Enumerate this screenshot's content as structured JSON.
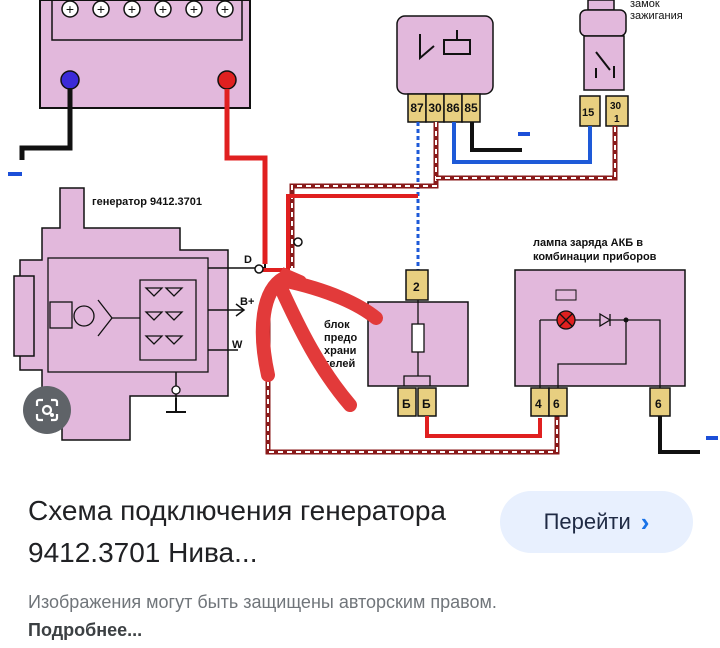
{
  "diagram": {
    "generator_label": "генератор 9412.3701",
    "terminal_d": "D",
    "terminal_bplus": "B+",
    "terminal_w": "W",
    "ignition_label_line1": "замок",
    "ignition_label_line2": "зажигания",
    "relay_pins": [
      "87",
      "30",
      "86",
      "85"
    ],
    "ignition_pin_15": "15",
    "ignition_pin_30_top": "30",
    "ignition_pin_30_bottom": "1",
    "fuse_block_label": [
      "блок",
      "предо",
      "храни",
      "телей"
    ],
    "fuse_pin_top": "2",
    "fuse_pins_bottom": [
      "Б",
      "Б"
    ],
    "lamp_label_line1": "лампа заряда АКБ в",
    "lamp_label_line2": "комбинации приборов",
    "lamp_pins": [
      "4",
      "6",
      "6"
    ],
    "battery_terminals": [
      "⊕",
      "⊕",
      "⊕",
      "⊕",
      "⊕",
      "⊕",
      "⊕",
      "⊕"
    ]
  },
  "result": {
    "title": "Схема подключения генератора 9412.3701 Нива...",
    "button_label": "Перейти",
    "button_icon": "chevron-right-icon",
    "copyright_text": "Изображения могут быть защищены авторским правом.",
    "more_link": "Подробнее..."
  },
  "colors": {
    "component_fill": "#e2b8dc",
    "wire_red": "#e02020",
    "wire_blue": "#1e5ad8",
    "ground_blue": "#1c4fd8",
    "button_bg": "#e8f0fe",
    "button_chevron": "#1a73e8"
  }
}
